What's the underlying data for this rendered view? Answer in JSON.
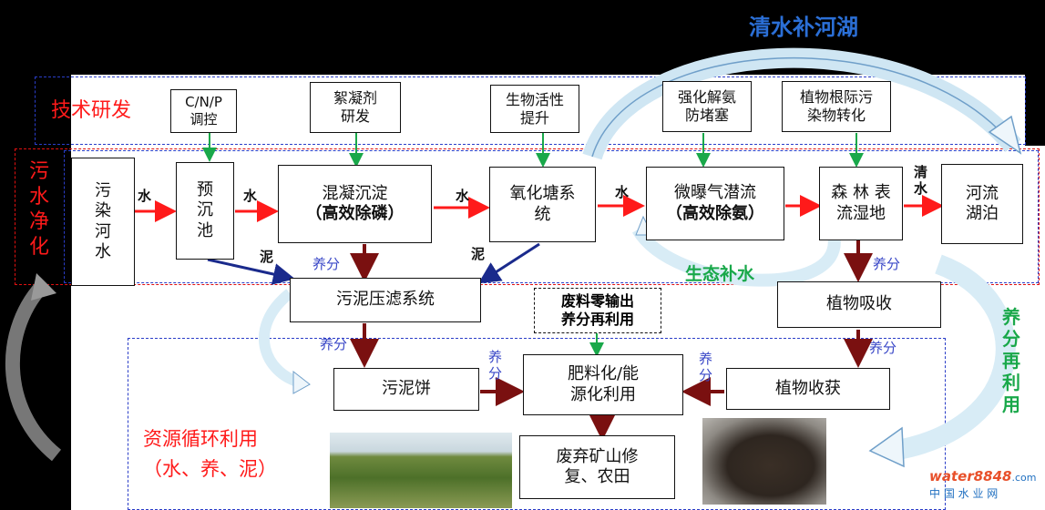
{
  "top_right_label": "清水补河湖",
  "row_labels": {
    "research": "技术研发",
    "purify": "污\n水\n净\n化",
    "resource": "资源循环利用\n（水、养、泥）"
  },
  "research_boxes": [
    "C/N/P\n调控",
    "絮凝剂\n研发",
    "生物活性\n提升",
    "强化解氨\n防堵塞",
    "植物根际污\n染物转化"
  ],
  "process_boxes": {
    "river_water": "污\n染\n河\n水",
    "pre_settle": "预\n沉\n池",
    "coag_line1": "混凝沉淀",
    "coag_line2": "（高效除磷）",
    "oxidation_pond": "氧化塘系\n统",
    "aeration_line1": "微曝气潜流",
    "aeration_line2": "（高效除氨）",
    "wetland": "森 林 表\n流湿地",
    "river_lake": "河流\n湖泊"
  },
  "flow_labels": {
    "water1": "水",
    "water2": "水",
    "water3": "水",
    "water4": "水",
    "clear_water": "清\n水",
    "sludge1": "泥",
    "sludge2": "泥",
    "nutrient1": "养分",
    "nutrient2": "养分",
    "nutrient3": "养分",
    "nutrient4": "养分",
    "nutrient5": "养\n分",
    "nutrient6": "养\n分",
    "eco_water": "生态补水",
    "nutrient_reuse": "养\n分\n再\n利\n用"
  },
  "lower_boxes": {
    "filter": "污泥压滤系统",
    "plant_absorb": "植物吸收",
    "sludge_cake": "污泥饼",
    "fertilizer": "肥料化/能\n源化利用",
    "harvest": "植物收获",
    "mine": "废弃矿山修\n复、农田",
    "zero_output": "废料零输出\n养分再利用"
  },
  "watermark": {
    "brand": "water8848",
    "suffix": ".com",
    "sub": "中 国 水 业 网"
  },
  "colors": {
    "red": "#ff1a1a",
    "dark_red": "#7a1010",
    "navy": "#1a2a8c",
    "green": "#19a84a",
    "title_blue": "#2b6fd6",
    "dash_blue": "#2a3dc8"
  }
}
